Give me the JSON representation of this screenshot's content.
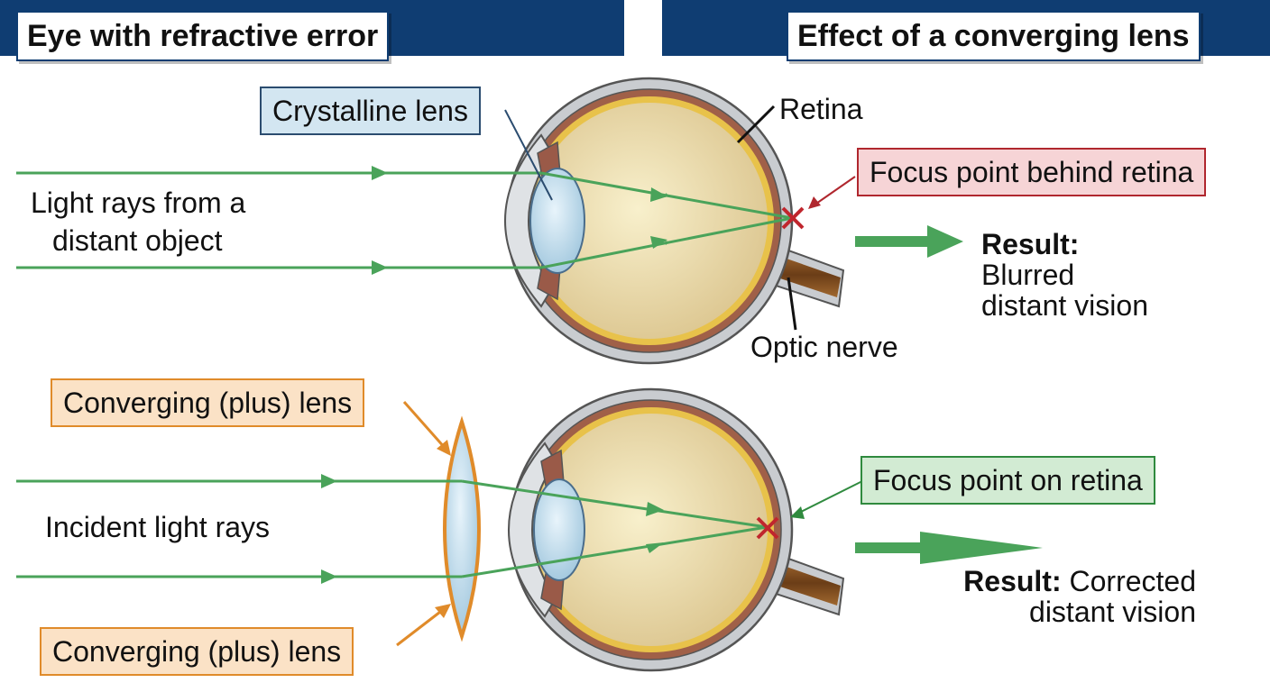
{
  "headers": {
    "left": "Eye with refractive error",
    "right": "Effect of a converging lens"
  },
  "top_panel": {
    "lens_label": "Crystalline lens",
    "retina_label": "Retina",
    "focus_label": "Focus point behind retina",
    "rays_label_line1": "Light rays from a",
    "rays_label_line2": "distant object",
    "optic_nerve_label": "Optic nerve",
    "result_heading": "Result:",
    "result_line1": "Blurred",
    "result_line2": "distant vision"
  },
  "bottom_panel": {
    "lens_label_top": "Converging (plus) lens",
    "lens_label_bottom": "Converging (plus) lens",
    "rays_label": "Incident light rays",
    "focus_label": "Focus point on retina",
    "result_heading": "Result:",
    "result_line1": "Corrected",
    "result_line2": "distant vision"
  },
  "colors": {
    "header_bar": "#0f3d72",
    "ray": "#4aa35a",
    "focus_marker": "#c0262d",
    "lens_border": "#e08b2a",
    "vitreous": "#f3e6b6",
    "retina": "#e8c24a"
  }
}
